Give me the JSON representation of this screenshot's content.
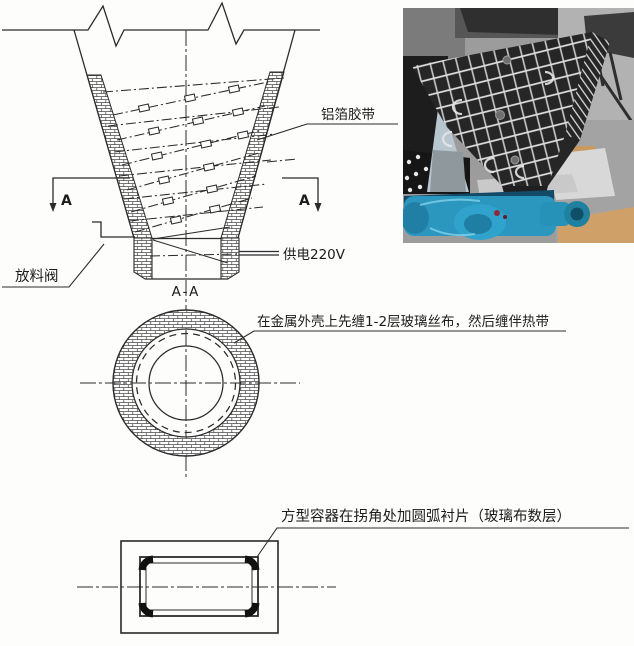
{
  "drawing": {
    "labels": {
      "foil_tape": "铝箔胶带",
      "power_supply": "供电220V",
      "discharge_valve": "放料阀",
      "wrap_instruction": "在金属外壳上先缠1-2层玻璃丝布，然后缠伴热带",
      "corner_pad": "方型容器在拐角处加圆弧衬片（玻璃布数层）"
    },
    "section_markers": {
      "left": "A",
      "right": "A",
      "title": "A-A"
    },
    "line_color": "#2b2b2b",
    "background": "#ffffff"
  },
  "photo": {
    "machine_color": "#2b97bf"
  }
}
